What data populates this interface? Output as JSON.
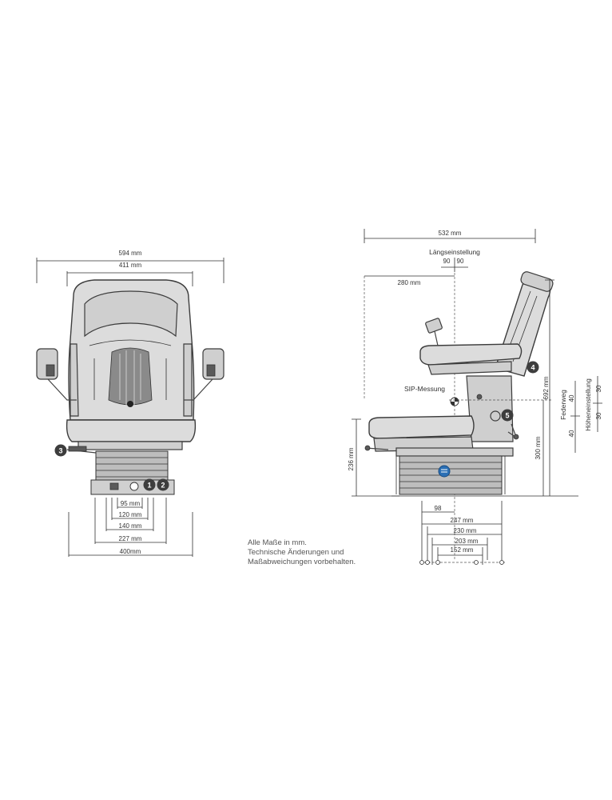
{
  "front_view": {
    "dims": {
      "overall_width": "594 mm",
      "backrest_width": "411 mm",
      "d95": "95 mm",
      "d120": "120 mm",
      "d140": "140 mm",
      "d227": "227 mm",
      "d400": "400mm"
    },
    "badges": [
      "1",
      "2",
      "3"
    ]
  },
  "side_view": {
    "dims": {
      "depth": "532 mm",
      "laengs_label": "Längseinstellung",
      "laengs_a": "90",
      "laengs_b": "90",
      "d280": "280 mm",
      "sip_label": "SIP-Messung",
      "h692": "692 mm",
      "h300": "300 mm",
      "h236": "236 mm",
      "federweg_label": "Federweg",
      "federweg_a": "40",
      "federweg_b": "40",
      "hoehen_label": "Höheneinstellung",
      "hoehen_a": "30",
      "hoehen_b": "30",
      "d98": "98",
      "d247": "247 mm",
      "d230": "230 mm",
      "d203": "203 mm",
      "d152": "152 mm"
    },
    "badges": [
      "4",
      "5"
    ]
  },
  "note": {
    "line1": "Alle Maße in mm.",
    "line2": "Technische Änderungen und",
    "line3": "Maßabweichungen vorbehalten."
  },
  "icons": [
    "seat-front-drawing",
    "seat-side-drawing",
    "logo-icon",
    "sip-marker-icon",
    "crank-handle-icon"
  ]
}
